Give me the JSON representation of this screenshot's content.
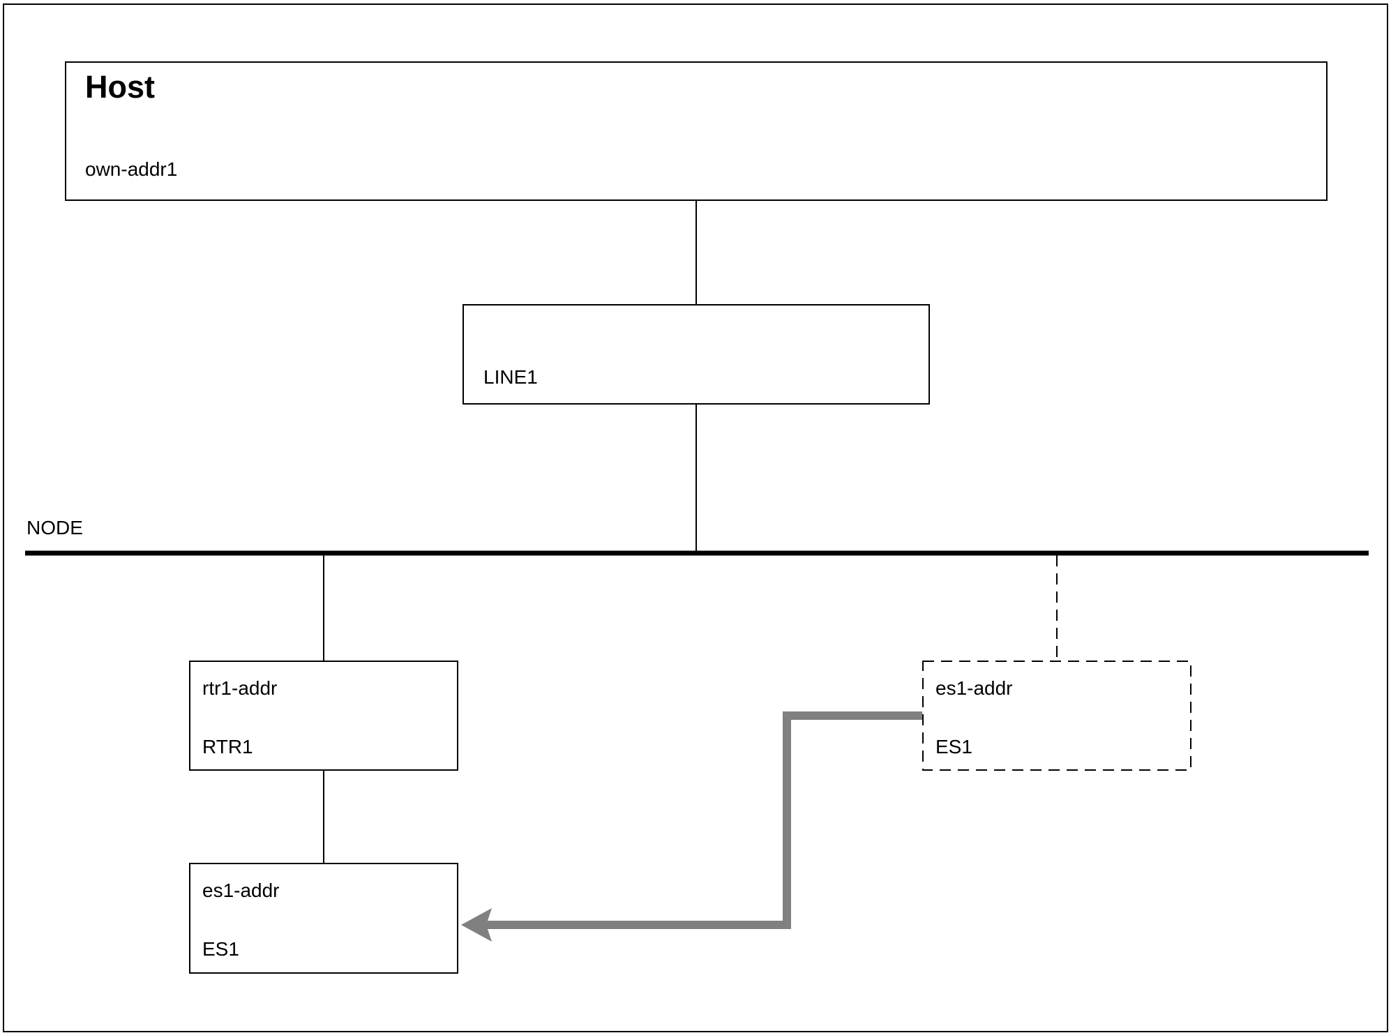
{
  "host": {
    "title": "Host",
    "address": "own-addr1"
  },
  "line": {
    "label": "LINE1"
  },
  "node": {
    "label": "NODE"
  },
  "router": {
    "address": "rtr1-addr",
    "name": "RTR1"
  },
  "end_system_remote": {
    "address": "es1-addr",
    "name": "ES1",
    "style": "dashed"
  },
  "end_system_local": {
    "address": "es1-addr",
    "name": "ES1"
  },
  "colors": {
    "line": "#000000",
    "arrow": "#808080",
    "background": "#ffffff"
  }
}
